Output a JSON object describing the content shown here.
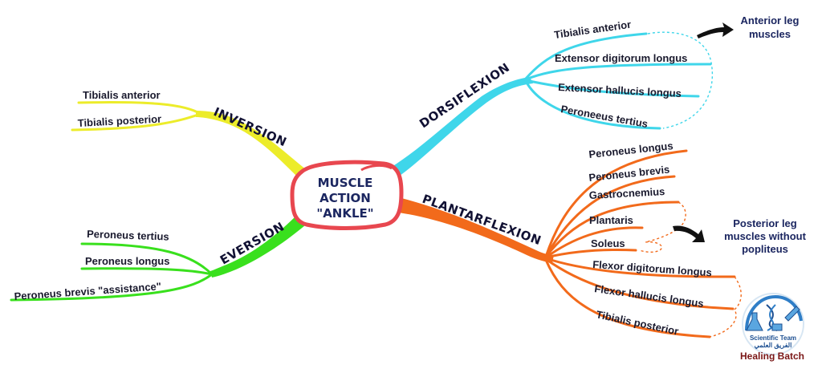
{
  "center": {
    "lines": [
      "MUSCLE",
      "ACTION",
      "\"ANKLE\""
    ]
  },
  "branches": {
    "dorsiflexion": {
      "label": "DORSIFLEXION",
      "color": "#3fd6ea",
      "items": [
        "Tibialis anterior",
        "Extensor digitorum longus",
        "Extensor hallucis longus",
        "Peroneeus tertius"
      ],
      "note": [
        "Anterior leg",
        "muscles"
      ]
    },
    "plantarflexion": {
      "label": "PLANTARFLEXION",
      "color": "#f26a1b",
      "items": [
        "Peroneus longus",
        "Peroneus brevis",
        "Gastrocnemius",
        "Plantaris",
        "Soleus",
        "Flexor digitorum longus",
        "Flexor hallucis longus",
        "Tibialis posterior"
      ],
      "note": [
        "Posterior leg",
        "muscles without",
        "popliteus"
      ]
    },
    "inversion": {
      "label": "INVERSION",
      "color": "#ecec2a",
      "items": [
        "Tibialis anterior",
        "Tibialis posterior"
      ]
    },
    "eversion": {
      "label": "EVERSION",
      "color": "#39e01d",
      "items": [
        "Peroneus tertius",
        "Peroneus longus",
        "Peroneus brevis \"assistance\""
      ]
    }
  },
  "logo": {
    "team_text": "Scientific Team",
    "arabic_text": "الفريق العلمي",
    "batch_label": "Healing Batch"
  },
  "colors": {
    "center_border": "#e8474f",
    "text": "#1a1a2e",
    "note_text": "#1b2660",
    "arrow": "#111111"
  }
}
